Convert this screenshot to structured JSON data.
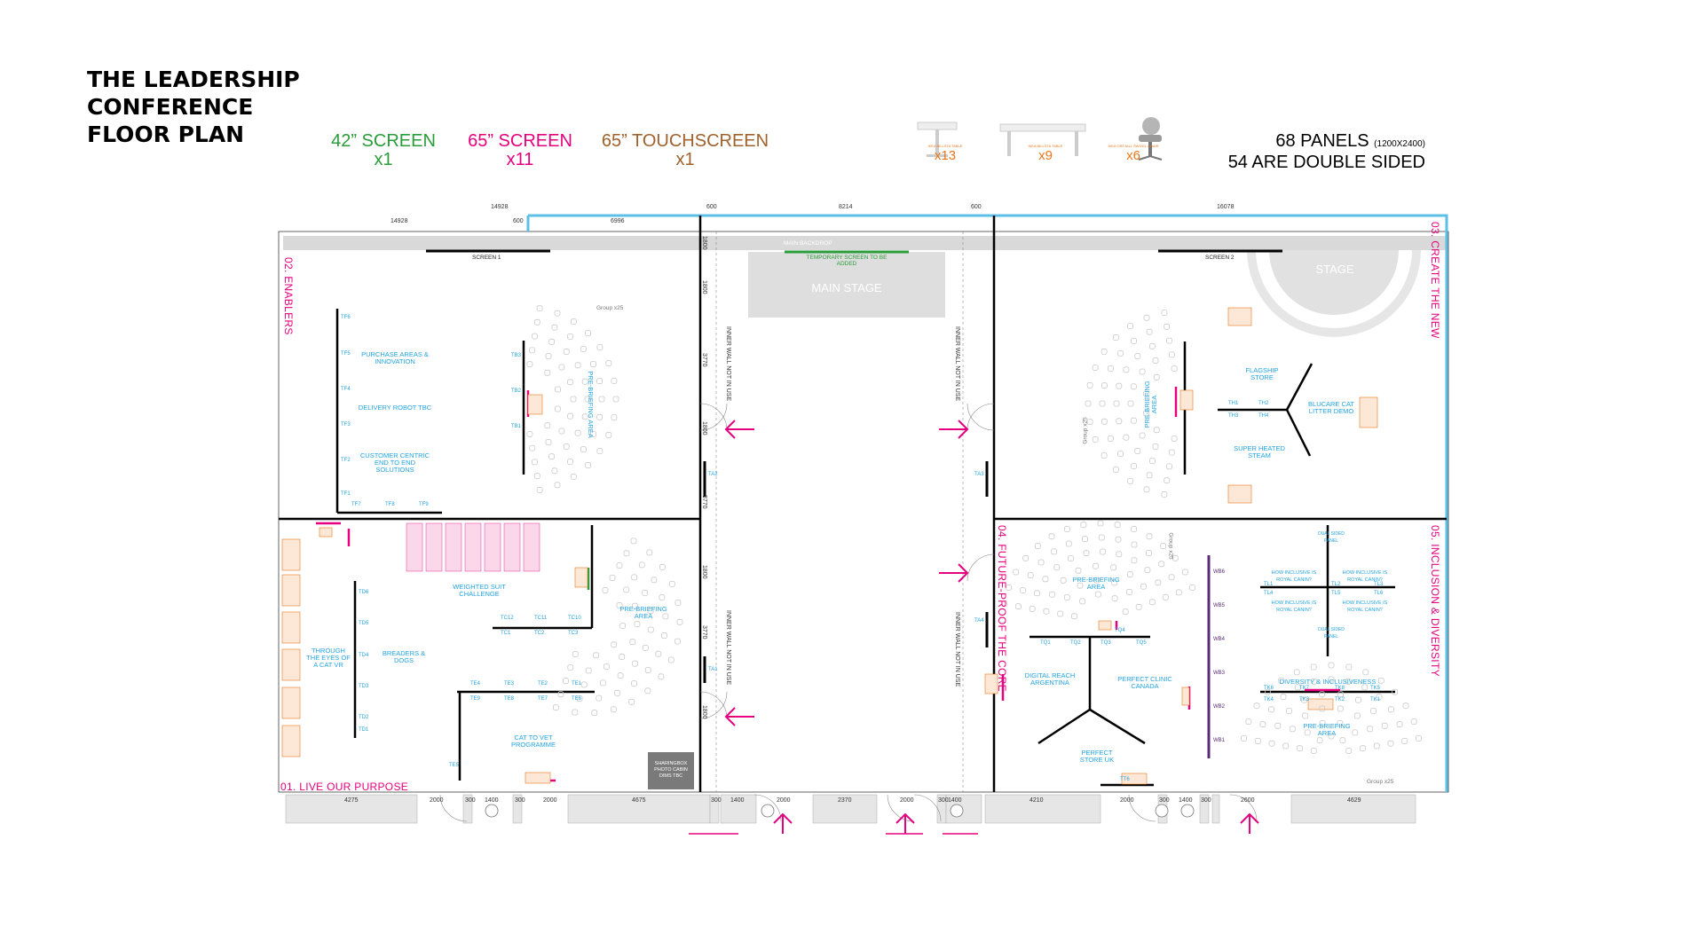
{
  "title": {
    "line1": "THE LEADERSHIP",
    "line2": "CONFERENCE",
    "line3": "FLOOR PLAN"
  },
  "legend": {
    "screen42": {
      "label": "42” SCREEN",
      "count": "x1",
      "color": "#2a9c3a"
    },
    "screen65": {
      "label": "65” SCREEN",
      "count": "x11",
      "color": "#e6007e"
    },
    "touch65": {
      "label": "65” TOUCHSCREEN",
      "count": "x1",
      "color": "#a0622c"
    }
  },
  "furniture": {
    "small_table": {
      "label": "IKEA BILLSTA TABLE",
      "count": "x13"
    },
    "large_table": {
      "label": "IKEA BILLSTA TABLE",
      "count": "x9"
    },
    "chair": {
      "label": "IKEA ORFJALL SWIVEL CHAIR",
      "count": "x6"
    }
  },
  "panels": {
    "line1": "68 PANELS",
    "size": "(1200X2400)",
    "line2": "54 ARE DOUBLE SIDED"
  },
  "dimensions": {
    "top": [
      "14928",
      "600",
      "8214",
      "600",
      "16078"
    ],
    "top2": [
      "14928",
      "600",
      "6996"
    ],
    "left_col": [
      "1800",
      "1800",
      "3770",
      "1800",
      "3770",
      "1800",
      "3770",
      "1800"
    ],
    "bottom": [
      "4275",
      "2000",
      "300",
      "1400",
      "300",
      "2000",
      "4675",
      "300",
      "1400",
      "2000",
      "2370",
      "2000",
      "300",
      "1400",
      "4210",
      "2000",
      "300",
      "1400",
      "300",
      "2600",
      "4629"
    ]
  },
  "zones": {
    "z1": "01. LIVE OUR PURPOSE",
    "z2": "02. ENABLERS",
    "z3": "03. CREATE THE NEW",
    "z4": "04. FUTURE-PROOF THE CORE",
    "z5": "05. INCLUSION & DIVERSITY"
  },
  "stage": {
    "backdrop": "MAIN BACKDROP",
    "temp_screen": "TEMPORARY SCREEN TO BE ADDED",
    "main_stage": "MAIN STAGE",
    "stage2": "STAGE",
    "screen1": "SCREEN 1",
    "screen2": "SCREEN 2"
  },
  "corridor": {
    "inner_wall": "INNER WALL NOT IN USE"
  },
  "areas": {
    "purchase": "PURCHASE AREAS & INNOVATION",
    "delivery": "DELIVERY ROBOT TBC",
    "customer": "CUSTOMER CENTRIC END TO END SOLUTIONS",
    "prebrief1": "PRE-BRIEFING AREA",
    "group1": "Group x25",
    "weighted": "WEIGHTED SUIT CHALLENGE",
    "prebrief2": "PRE-BRIEFING AREA",
    "breeders": "BREADERS & DOGS",
    "eyes": "THROUGH THE EYES OF A CAT VR",
    "catvet": "CAT TO VET PROGRAMME",
    "sharingbox": "SHARINGBOX PHOTO CABIN DIMS TBC",
    "flagship": "FLAGSHIP STORE",
    "blucare": "BLUCARE CAT LITTER DEMO",
    "superheated": "SUPER HEATED STEAM",
    "prebrief3": "PRE-BRIEFING AREA",
    "group2": "Group x25",
    "prebrief4": "PRE-BRIEFING AREA",
    "group3": "Group x25",
    "digital": "DIGITAL REACH ARGENTINA",
    "clinic": "PERFECT CLINIC CANADA",
    "store": "PERFECT STORE UK",
    "diversity": "DIVERSITY & INCLUSIVENESS",
    "prebrief5": "PRE-BRIEFING AREA",
    "group4": "Group x25",
    "howincl": "HOW INCLUSIVE IS ROYAL CANIN?",
    "dualside": "DUAL SIDED PANEL"
  },
  "tags": {
    "tf": [
      "TF6",
      "TF5",
      "TF4",
      "TF3",
      "TF2",
      "TF1",
      "TF7",
      "TF8",
      "TF9"
    ],
    "tb": [
      "TB3",
      "TB2",
      "TB1"
    ],
    "tc": [
      "TC12",
      "TC11",
      "TC10",
      "TC1",
      "TC2",
      "TC3"
    ],
    "td": [
      "TD6",
      "TD5",
      "TD4",
      "TD3",
      "TD2",
      "TD1"
    ],
    "te": [
      "TE4",
      "TE3",
      "TE2",
      "TE1",
      "TE9",
      "TE8",
      "TE7",
      "TE6",
      "TE5"
    ],
    "ta": [
      "TA2",
      "TA1",
      "TA3",
      "TA4"
    ],
    "th": [
      "TH1",
      "TH2",
      "TH3",
      "TH4"
    ],
    "tq": [
      "TQ1",
      "TQ2",
      "TQ3",
      "TQ4",
      "TQ5"
    ],
    "tk": [
      "TK6",
      "TK7",
      "TK8",
      "TK5",
      "TK4",
      "TK3",
      "TK2",
      "TK1"
    ],
    "wb": [
      "WB1",
      "WB2",
      "WB3",
      "WB4",
      "WB5",
      "WB6"
    ],
    "tl": [
      "TL1",
      "TL2",
      "TL3",
      "TL4",
      "TL5",
      "TL6"
    ],
    "tt": [
      "TT6"
    ]
  },
  "colors": {
    "wall": "#000000",
    "cyan_wall": "#5bbfe6",
    "magenta": "#e6007e",
    "blue_text": "#22a3e0",
    "orange": "#e8771c",
    "grey": "#d9d9d9",
    "purple": "#5a2a78",
    "green": "#2a9c3a"
  },
  "icons": [
    "arrow-in-icon",
    "door-icon",
    "chair-icon",
    "table-icon"
  ]
}
